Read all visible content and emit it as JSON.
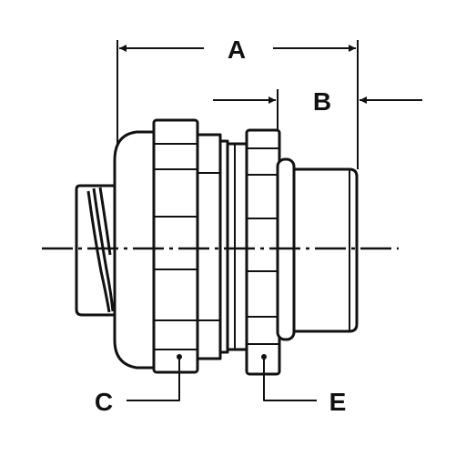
{
  "labels": {
    "a": "A",
    "b": "B",
    "c": "C",
    "e": "E"
  },
  "colors": {
    "stroke": "#111111",
    "background": "#ffffff"
  }
}
